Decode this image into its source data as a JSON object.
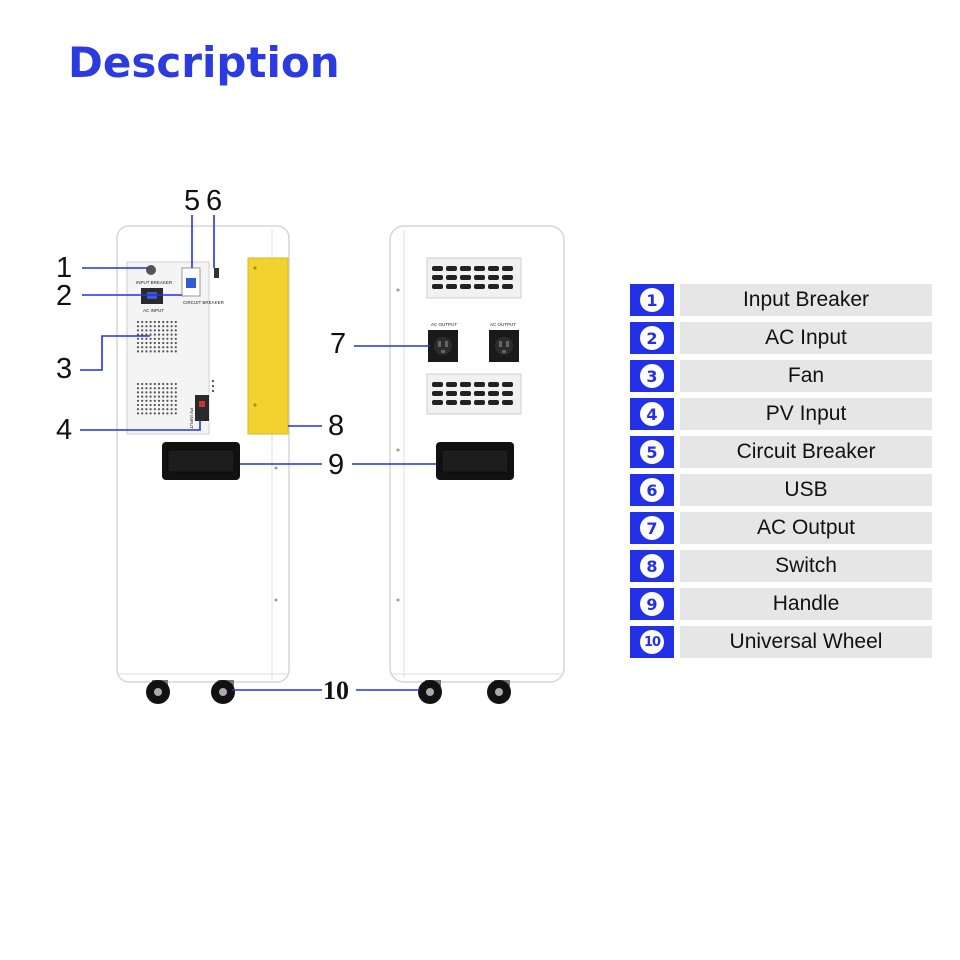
{
  "title": "Description",
  "callouts": {
    "n1": "1",
    "n2": "2",
    "n3": "3",
    "n4": "4",
    "n5": "5",
    "n6": "6",
    "n7": "7",
    "n8": "8",
    "n9": "9",
    "n10": "10"
  },
  "panel_text": {
    "input_breaker": "INPUT BREAKER",
    "ac_input": "AC INPUT",
    "circuit_breaker": "CIRCUIT BREAKER",
    "pv_input": "PV INPUT",
    "ac_output_1": "AC OUTPUT",
    "ac_output_2": "AC OUTPUT"
  },
  "legend": [
    {
      "num": "1",
      "label": "Input Breaker"
    },
    {
      "num": "2",
      "label": "AC Input"
    },
    {
      "num": "3",
      "label": "Fan"
    },
    {
      "num": "4",
      "label": "PV Input"
    },
    {
      "num": "5",
      "label": "Circuit Breaker"
    },
    {
      "num": "6",
      "label": "USB"
    },
    {
      "num": "7",
      "label": "AC Output"
    },
    {
      "num": "8",
      "label": "Switch"
    },
    {
      "num": "9",
      "label": "Handle"
    },
    {
      "num": "10",
      "label": "Universal Wheel"
    }
  ],
  "colors": {
    "accent": "#2231e6",
    "title": "#2b3be0",
    "legend_label_bg": "#e6e6e6",
    "switch_panel": "#f2d22e",
    "cabinet": "#ffffff"
  }
}
